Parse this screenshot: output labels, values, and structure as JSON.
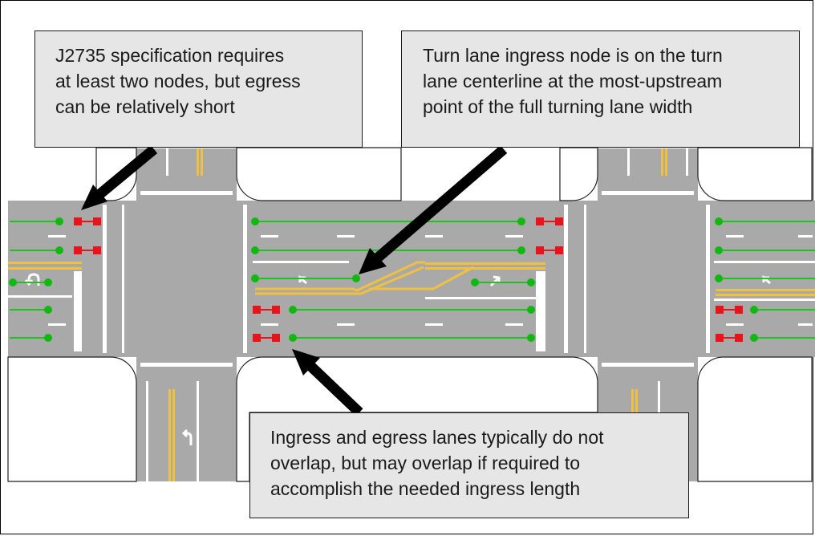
{
  "callouts": {
    "egress": {
      "lines": [
        "J2735 specification requires",
        "at least two nodes, but egress",
        "can be relatively  short"
      ]
    },
    "turn_lane": {
      "lines": [
        "Turn lane ingress node is on the turn",
        "lane centerline at the most-upstream",
        "point of the full turning lane width"
      ]
    },
    "overlap": {
      "lines": [
        "Ingress and egress lanes typically do not",
        "overlap, but may overlap if required to",
        "accomplish the needed ingress length"
      ]
    }
  },
  "colors": {
    "road": "#a9a9a9",
    "lane_marking": "#ffffff",
    "center_line": "#f0c040",
    "node_line": "#1fc21f",
    "node": "#12b812",
    "stop_marker": "#e8141c",
    "callout_fill": "#e6e6e6",
    "arrow": "#000000"
  },
  "icons": [
    "left-turn-arrow-icon",
    "u-turn-arrow-icon"
  ]
}
